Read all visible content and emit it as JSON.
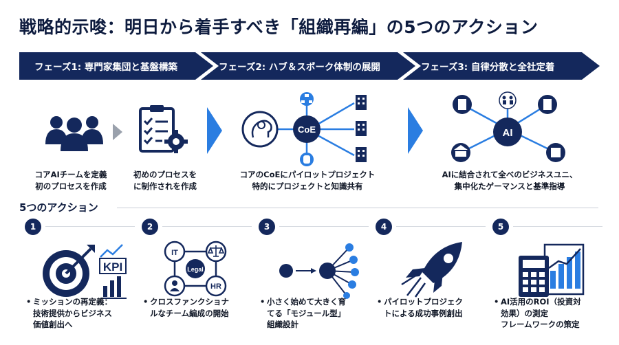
{
  "title": "戦略的示唆：明日から着手すべき「組織再編」の5つのアクション",
  "phases": [
    {
      "label": "フェーズ1: 専門家集団と基盤構築",
      "caption_line1": "コアAIチームを定義",
      "caption_line2": "初のプロセスを作成",
      "caption2_line1": "初めのプロセスを",
      "caption2_line2": "に制作されを作成"
    },
    {
      "label": "フェーズ2: ハブ＆スポーク体制の展開",
      "hub_label": "CoE",
      "caption_line1": "コアのCoEにパイロットプロジェクト",
      "caption_line2": "特的にプロジェクトと知識共有"
    },
    {
      "label": "フェーズ3: 自律分散と全社定着",
      "hub_label": "AI",
      "caption_line1": "AIに結合されて全べのビジネスユニ、",
      "caption_line2": "集中化たゲーマンスと基準指導"
    }
  ],
  "actions_section": {
    "title": "5つのアクション"
  },
  "actions": [
    {
      "number": "1",
      "text_line1": "ミッションの再定義：",
      "text_line2": "技術提供からビジネス",
      "text_line3": "価値創出へ",
      "icon_label": "KPI"
    },
    {
      "number": "2",
      "text_line1": "クロスファンクショナ",
      "text_line2": "ルなチーム編成の開始",
      "text_line3": "",
      "labels": {
        "it": "IT",
        "legal": "Legal",
        "hr": "HR"
      }
    },
    {
      "number": "3",
      "text_line1": "小さく始めて大きく育",
      "text_line2": "てる「モジュール型」",
      "text_line3": "組織設計"
    },
    {
      "number": "4",
      "text_line1": "パイロットプロジェク",
      "text_line2": "トによる成功事例創出",
      "text_line3": ""
    },
    {
      "number": "5",
      "text_line1": "AI活用のROI（投資対",
      "text_line2": "効果）の測定",
      "text_line3": "フレームワークの策定"
    }
  ],
  "colors": {
    "navy": "#14285c",
    "blue": "#2a7de1",
    "light_blue": "#3b8fe8",
    "gray": "#9aa1ac"
  }
}
